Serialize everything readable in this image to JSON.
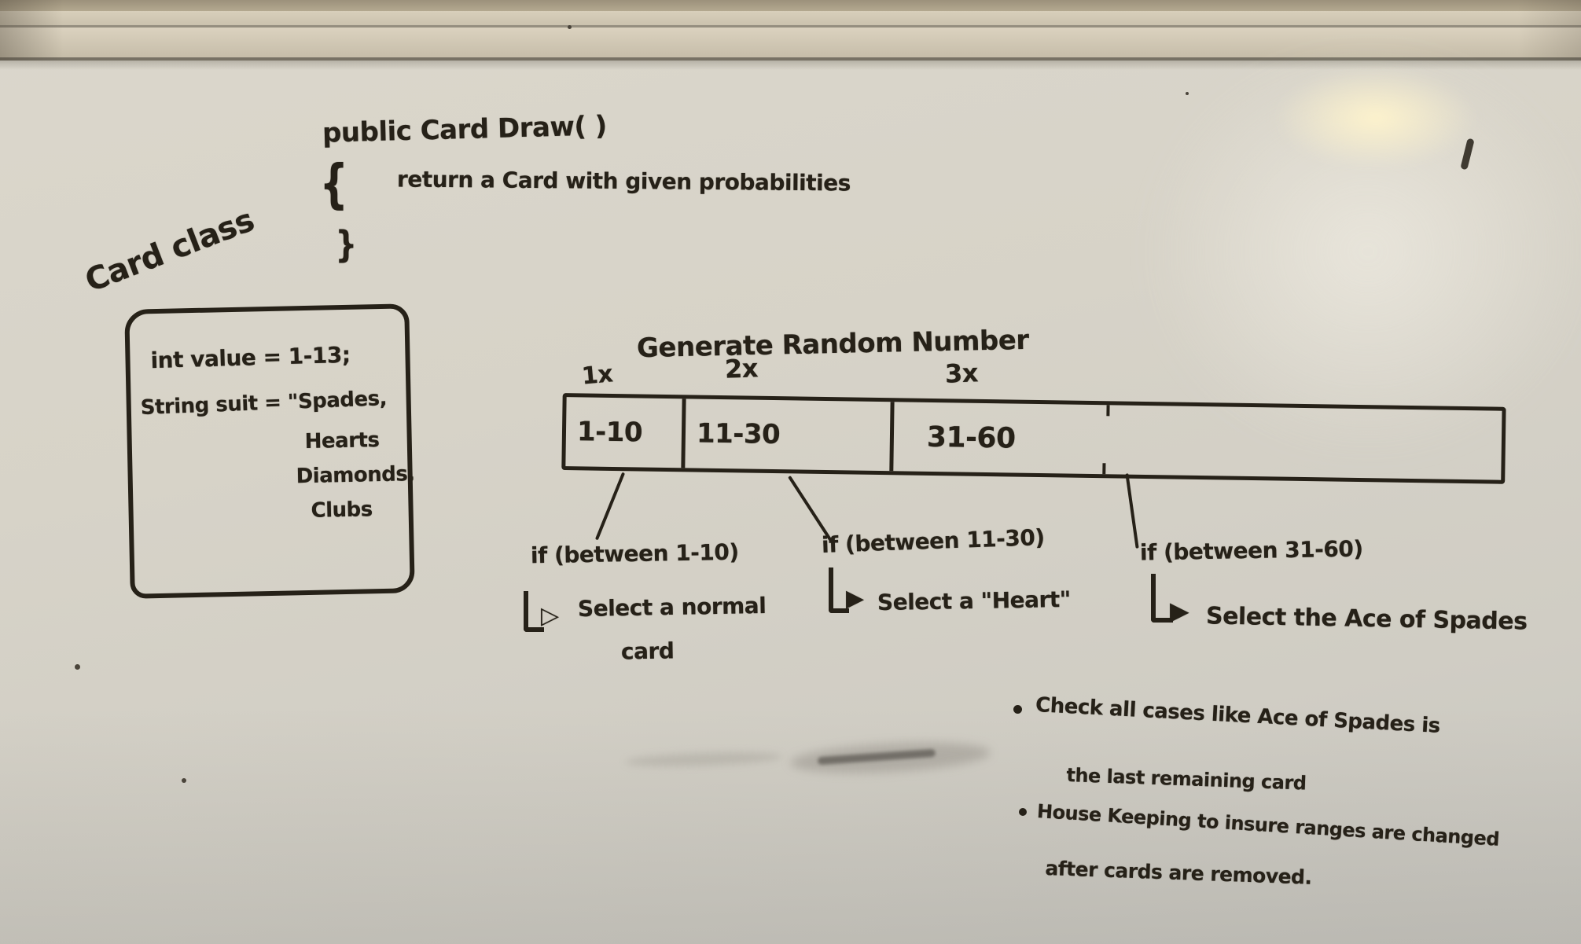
{
  "colors": {
    "ink": "#262118",
    "board": "#d7d3c8",
    "rail": "#cdc4b0"
  },
  "function_block": {
    "signature": "public Card Draw( )",
    "open_brace": "{",
    "body": "return a Card with given probabilities",
    "close_brace": "}"
  },
  "card_class": {
    "title": "Card class",
    "fields": [
      "int value = 1-13;",
      "String suit = \"Spades,",
      "Hearts",
      "Diamonds,",
      "Clubs"
    ]
  },
  "random_bar": {
    "title": "Generate Random Number",
    "segments": [
      {
        "multiplier": "1x",
        "range": "1-10"
      },
      {
        "multiplier": "2x",
        "range": "11-30"
      },
      {
        "multiplier": "3x",
        "range": "31-60"
      }
    ]
  },
  "branches": [
    {
      "condition": "if (between 1-10)",
      "arrow_icon": "▷",
      "action_line1": "Select a normal",
      "action_line2": "card"
    },
    {
      "condition": "if (between 11-30)",
      "arrow_icon": "▶",
      "action_line1": "Select a \"Heart\""
    },
    {
      "condition": "if (between 31-60)",
      "arrow_icon": "▶",
      "action_line1": "Select the Ace of Spades"
    }
  ],
  "notes": [
    {
      "line1": "Check all cases like Ace of Spades is",
      "line2": "the last remaining card"
    },
    {
      "line1": "House Keeping to insure ranges are changed",
      "line2": "after cards are removed."
    }
  ]
}
